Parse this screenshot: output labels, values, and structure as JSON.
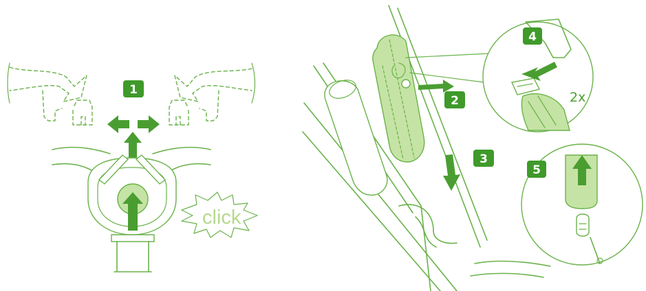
{
  "steps": {
    "step1": "1",
    "step2": "2",
    "step3": "3",
    "step4": "4",
    "step5": "5"
  },
  "labels": {
    "click": "click",
    "repeat": "2x"
  },
  "colors": {
    "line": "#6ab24a",
    "badge": "#3f9a2a",
    "arrow": "#4a9e31",
    "light_fill": "#c5e3a5"
  }
}
